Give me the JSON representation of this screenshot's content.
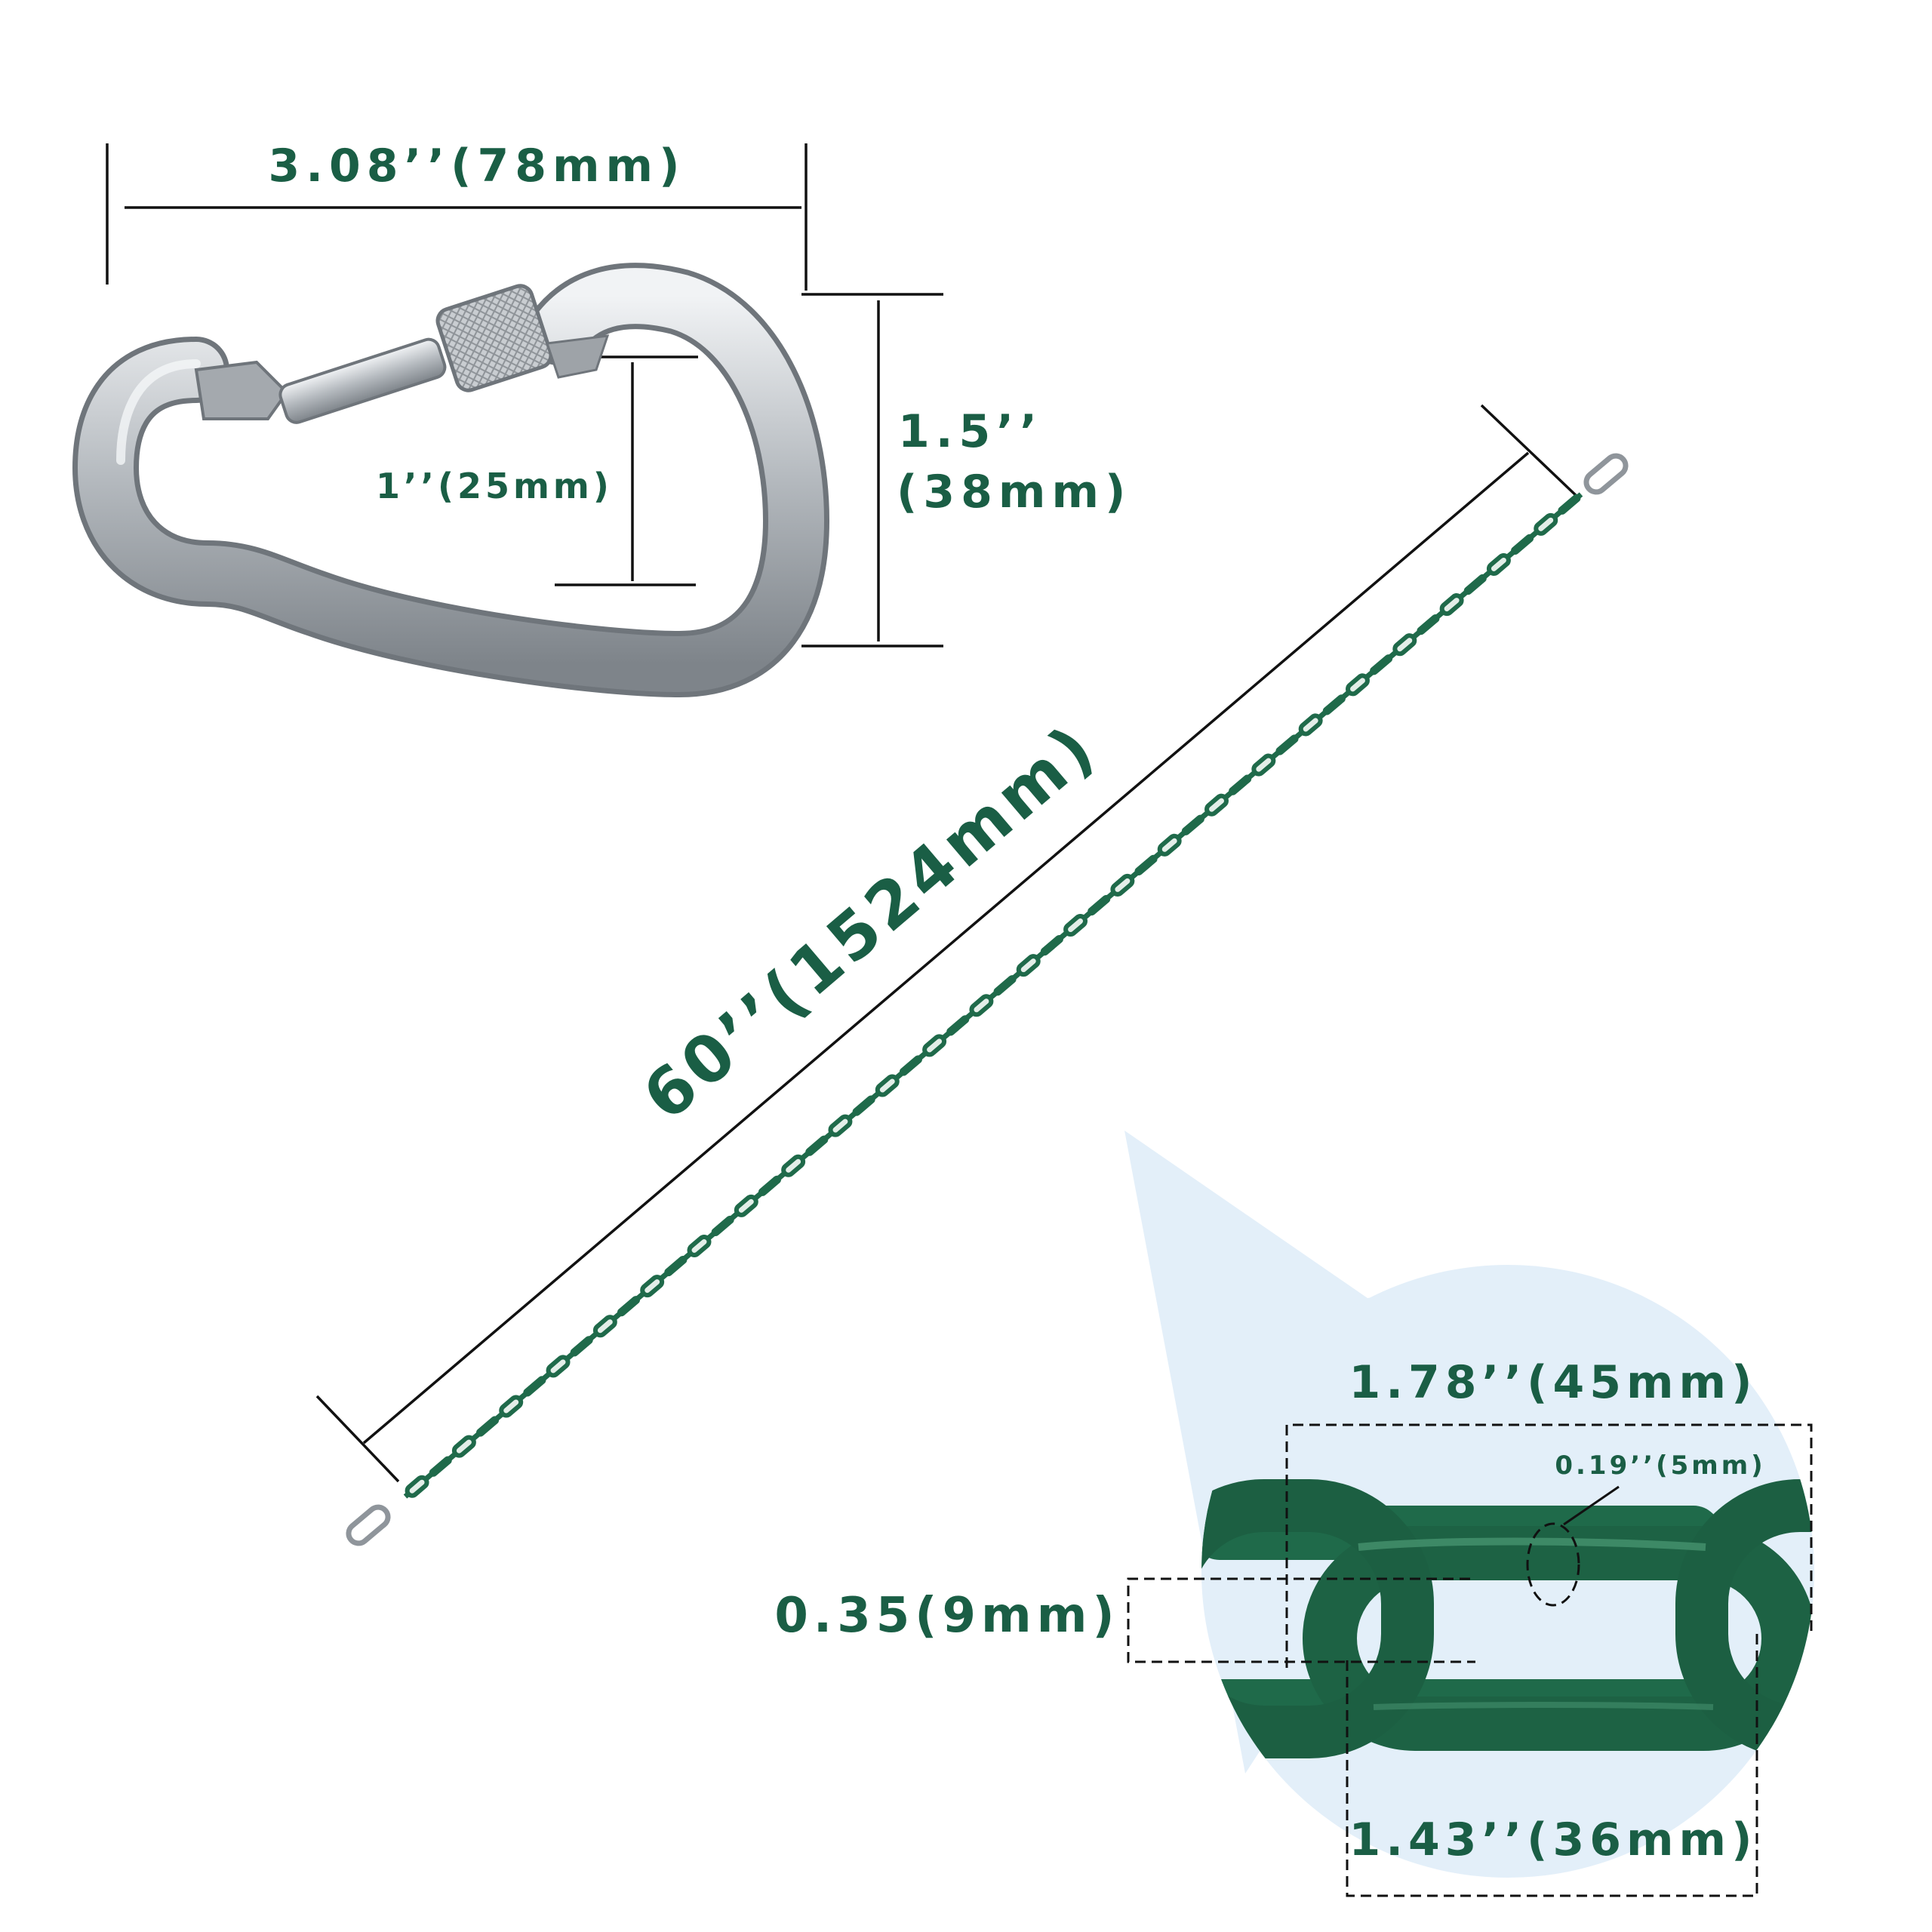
{
  "colors": {
    "accent_green": "#1a5e45",
    "chain_green": "#1f6a4a",
    "metal": "#c4c7cb",
    "zoom_bg": "#e3eff9",
    "line": "#111111"
  },
  "carabiner": {
    "width_label": "3.08’’(78mm)",
    "height_label_inch": "1.5’’",
    "height_label_mm": "(38mm)",
    "gate_label": "1’’(25mm)"
  },
  "chain": {
    "length_label": "60’’(1524mm)"
  },
  "zoom": {
    "link_length_label": "1.78’’(45mm)",
    "wire_diameter_label": "0.19’’(5mm)",
    "link_width_label": "0.35(9mm)",
    "inner_length_label": "1.43’’(36mm)"
  },
  "icons": [
    "carabiner-icon",
    "chain-icon",
    "chain-link-icon"
  ]
}
